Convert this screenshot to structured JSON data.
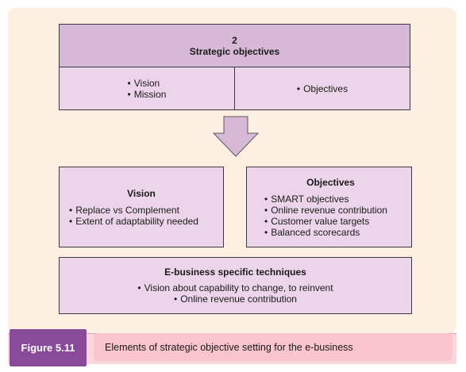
{
  "top_box": {
    "number": "2",
    "title": "Strategic objectives"
  },
  "left_sub": {
    "items": [
      "Vision",
      "Mission"
    ]
  },
  "right_sub": {
    "items": [
      "Objectives"
    ]
  },
  "vision_box": {
    "title": "Vision",
    "items": [
      "Replace vs Complement",
      "Extent of adaptability needed"
    ]
  },
  "objectives_box": {
    "title": "Objectives",
    "items": [
      "SMART objectives",
      "Online revenue contribution",
      "Customer value targets",
      "Balanced scorecards"
    ]
  },
  "techniques_box": {
    "title": "E-business specific techniques",
    "items": [
      "Vision about capability to change, to reinvent",
      "Online revenue contribution"
    ]
  },
  "figure": {
    "label": "Figure 5.11",
    "caption": "Elements of strategic objective setting for the e-business"
  },
  "colors": {
    "panel": "#fdf0e3",
    "box_dark": "#d7b8d7",
    "box_light": "#ecd5ea",
    "figure_label": "#8a4a9a",
    "caption": "#fbc5cd"
  }
}
